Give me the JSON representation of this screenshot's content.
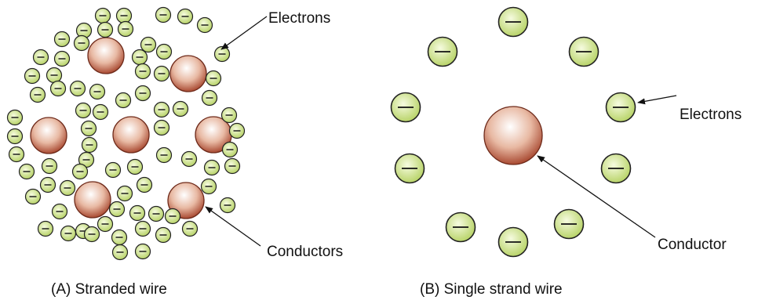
{
  "panel_a": {
    "caption": "(A) Stranded wire",
    "electrons_label": "Electrons",
    "conductors_label": "Conductors"
  },
  "panel_b": {
    "caption": "(B) Single strand wire",
    "electrons_label": "Electrons",
    "conductor_label": "Conductor"
  },
  "colors": {
    "electron_fill_center": "#f6fbe0",
    "electron_fill_edge": "#b6d264",
    "conductor_fill_center": "#ffffff",
    "conductor_fill_edge": "#a94a32",
    "outline": "#222222"
  }
}
